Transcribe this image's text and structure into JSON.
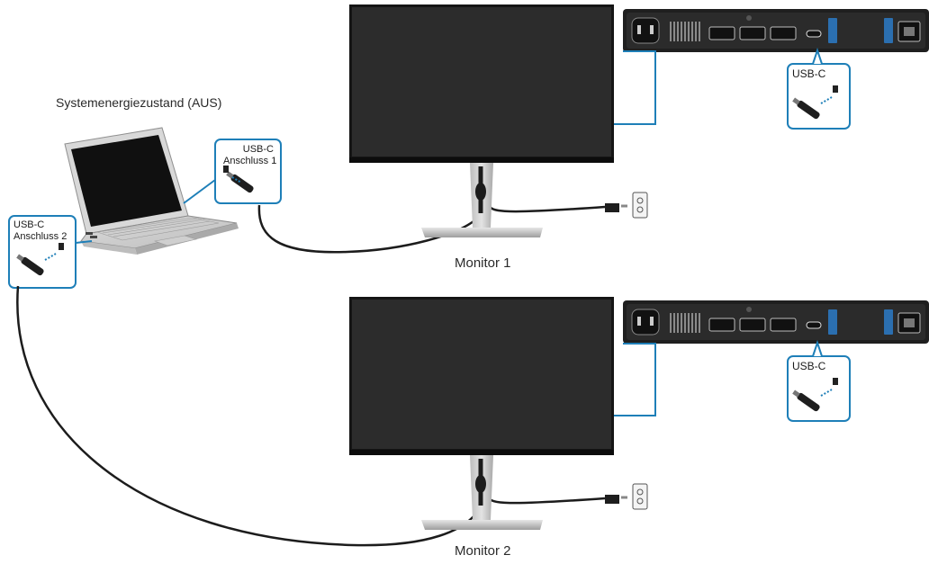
{
  "system_state": "Systemenergiezustand (AUS)",
  "laptop": {
    "port1_line1": "USB-C",
    "port1_line2": "Anschluss 1",
    "port2_line1": "USB-C",
    "port2_line2": "Anschluss 2"
  },
  "monitors": [
    {
      "caption": "Monitor 1",
      "rear_port_label": "USB-C"
    },
    {
      "caption": "Monitor 2",
      "rear_port_label": "USB-C"
    }
  ],
  "colors": {
    "callout": "#1e7fb8",
    "screen": "#2a2a2a",
    "bezel": "#151515",
    "stand": "#c9c9c9",
    "cable": "#1c1c1c"
  }
}
